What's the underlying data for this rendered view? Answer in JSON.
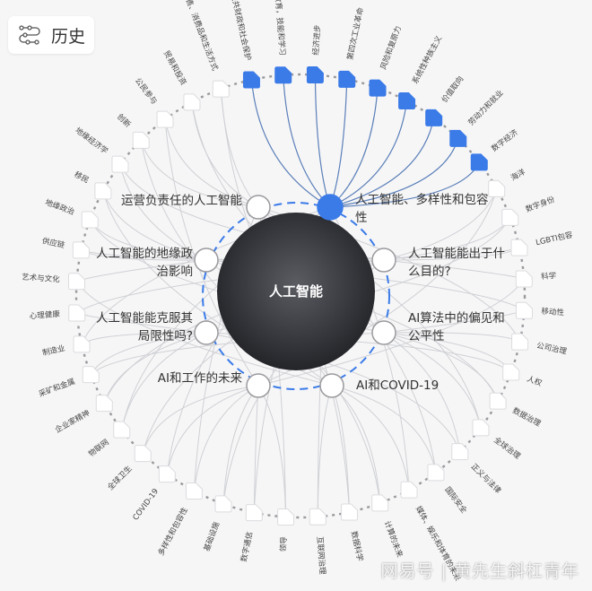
{
  "history_button": {
    "label": "历史",
    "icon": "timeline-icon"
  },
  "center": {
    "title": "人工智能"
  },
  "colors": {
    "accent": "#3b7be8",
    "link_gray": "#cfd0d4",
    "link_blue": "#5b7fb8",
    "dark_center": "#2e2f33"
  },
  "inner_topics": [
    {
      "label": "运营负责任的人工智能",
      "active": false
    },
    {
      "label": "人工智能、多样性和包容性",
      "active": true
    },
    {
      "label": "人工智能能出于什么目的?",
      "active": false
    },
    {
      "label": "AI算法中的偏见和公平性",
      "active": false
    },
    {
      "label": "AI和COVID-19",
      "active": false
    },
    {
      "label": "AI和工作的未来",
      "active": false
    },
    {
      "label": "人工智能能克服其局限性吗?",
      "active": false
    },
    {
      "label": "人工智能的地缘政治影响",
      "active": false
    }
  ],
  "outer_topics": [
    {
      "label": "公共财政和社会保护",
      "highlighted": true
    },
    {
      "label": "教育，技能和学习",
      "highlighted": true
    },
    {
      "label": "经济进步",
      "highlighted": true
    },
    {
      "label": "第四次工业革命",
      "highlighted": true
    },
    {
      "label": "风险和复原力",
      "highlighted": true
    },
    {
      "label": "系统性种族主义",
      "highlighted": true
    },
    {
      "label": "价值取向",
      "highlighted": true
    },
    {
      "label": "劳动力和就业",
      "highlighted": true
    },
    {
      "label": "数字经济",
      "highlighted": true
    },
    {
      "label": "海洋",
      "highlighted": false
    },
    {
      "label": "数字身份",
      "highlighted": false
    },
    {
      "label": "LGBTI包容",
      "highlighted": false
    },
    {
      "label": "科学",
      "highlighted": false
    },
    {
      "label": "移动性",
      "highlighted": false
    },
    {
      "label": "公司治理",
      "highlighted": false
    },
    {
      "label": "人权",
      "highlighted": false
    },
    {
      "label": "数据治理",
      "highlighted": false
    },
    {
      "label": "全球治理",
      "highlighted": false
    },
    {
      "label": "正义与法律",
      "highlighted": false
    },
    {
      "label": "国际安全",
      "highlighted": false
    },
    {
      "label": "媒体、娱乐和体育的未来",
      "highlighted": false
    },
    {
      "label": "计算的未来",
      "highlighted": false
    },
    {
      "label": "数据科学",
      "highlighted": false
    },
    {
      "label": "互联网治理",
      "highlighted": false
    },
    {
      "label": "领导",
      "highlighted": false
    },
    {
      "label": "数字通信",
      "highlighted": false
    },
    {
      "label": "基础设施",
      "highlighted": false
    },
    {
      "label": "多样性和包容性",
      "highlighted": false
    },
    {
      "label": "COVID-19",
      "highlighted": false
    },
    {
      "label": "全球卫生",
      "highlighted": false
    },
    {
      "label": "物联网",
      "highlighted": false
    },
    {
      "label": "企业家精神",
      "highlighted": false
    },
    {
      "label": "采矿和金属",
      "highlighted": false
    },
    {
      "label": "制造业",
      "highlighted": false
    },
    {
      "label": "心理健康",
      "highlighted": false
    },
    {
      "label": "艺术与文化",
      "highlighted": false
    },
    {
      "label": "供应链",
      "highlighted": false
    },
    {
      "label": "地缘政治",
      "highlighted": false
    },
    {
      "label": "移民",
      "highlighted": false
    },
    {
      "label": "地缘经济学",
      "highlighted": false
    },
    {
      "label": "创新",
      "highlighted": false
    },
    {
      "label": "公民参与",
      "highlighted": false
    },
    {
      "label": "贸易和投资",
      "highlighted": false
    },
    {
      "label": "零售、消费品和生活方式",
      "highlighted": false
    }
  ],
  "watermark": "网易号 | 黄先生斜杠青年"
}
